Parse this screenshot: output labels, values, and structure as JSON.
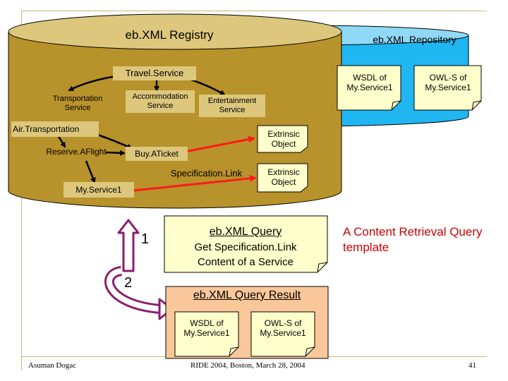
{
  "registry": {
    "title": "eb.XML Registry",
    "travel_service": "Travel.Service",
    "transportation_service": "Transportation Service",
    "accommodation_service": "Accommodation Service",
    "entertainment_service": "Entertainment Service",
    "air_transportation": "Air.Transportation",
    "reserve_a_flight": "Reserve.AFlight",
    "buy_a_ticket": "Buy.ATicket",
    "specification_link": "Specification.Link",
    "my_service": "My.Service1",
    "extrinsic_object_1": "Extrinsic Object",
    "extrinsic_object_2": "Extrinsic Object"
  },
  "repository": {
    "title": "eb.XML Repository",
    "wsdl_doc": "WSDL of My.Service1",
    "owls_doc": "OWL-S of My.Service1"
  },
  "query": {
    "step1": "1",
    "step2": "2",
    "title": "eb.XML Query",
    "line2": "Get Specification.Link",
    "line3": "Content of a Service"
  },
  "result": {
    "title": "eb.XML Query Result",
    "wsdl_doc": "WSDL of My.Service1",
    "owls_doc": "OWL-S of My.Service1"
  },
  "caption": "A Content Retrieval Query template",
  "footer": {
    "author": "Asuman Dogac",
    "venue": "RIDE 2004, Boston, March 28, 2004",
    "page": "41"
  },
  "colors": {
    "registry_fill": "#b8922a",
    "registry_top": "#dcc77c",
    "repository_fill": "#1fb6f2",
    "note_fill": "#ffffcc",
    "result_fill": "#f9c79a",
    "arrow_red": "#ff1a1a",
    "arrow_purple": "#8a1e6b",
    "caption_red": "#cc0000"
  }
}
